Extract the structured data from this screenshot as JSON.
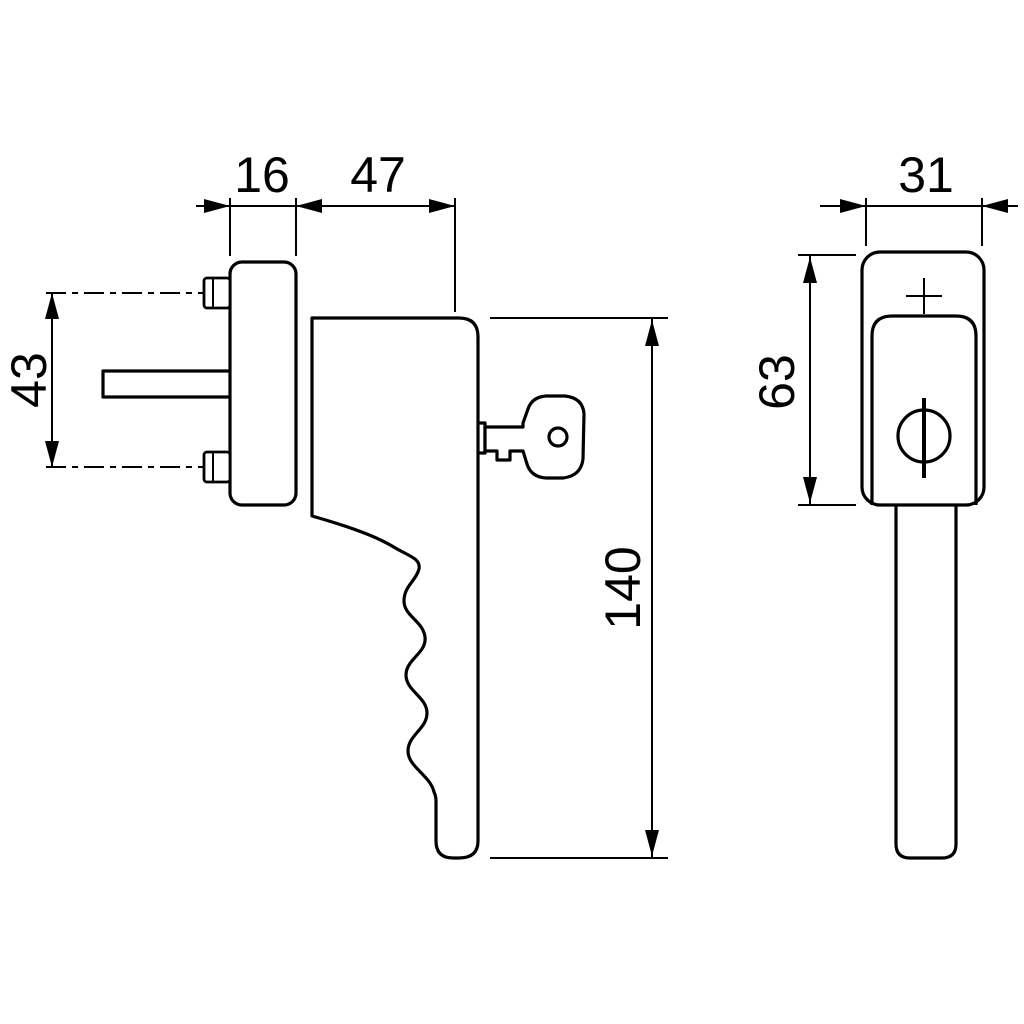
{
  "drawing": {
    "subject": "lockable-window-handle-two-view-technical-drawing",
    "colors": {
      "line": "#000000",
      "background": "#ffffff"
    },
    "side_view": {
      "dim_plate_depth": "16",
      "dim_handle_depth": "47",
      "dim_screw_spacing": "43",
      "dim_handle_length": "140"
    },
    "front_view": {
      "dim_handle_width": "31",
      "dim_rose_height": "63"
    }
  }
}
